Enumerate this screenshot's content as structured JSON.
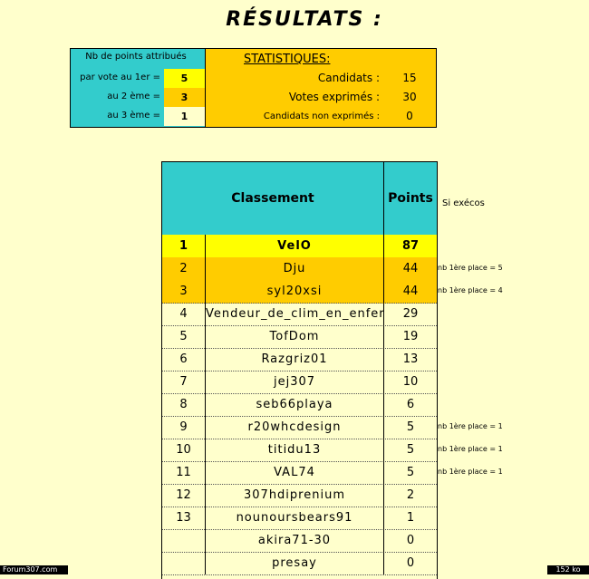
{
  "title": "RÉSULTATS :",
  "points": {
    "header": "Nb de points attribués",
    "rows": [
      {
        "label": "par vote  au 1er =",
        "value": "5",
        "color": "#FFFF00"
      },
      {
        "label": "au 2 ème =",
        "value": "3",
        "color": "#FFCC00"
      },
      {
        "label": "au 3 ème =",
        "value": "1",
        "color": "#FFFFCC"
      }
    ]
  },
  "stats": {
    "header": "STATISTIQUES:",
    "rows": [
      {
        "label": "Candidats :",
        "value": "15"
      },
      {
        "label": "Votes exprimés :",
        "value": "30"
      },
      {
        "label": "Candidats non exprimés :",
        "value": "0"
      }
    ]
  },
  "table": {
    "col_rank": "Classement",
    "col_points": "Points",
    "exaequo_header": "Si exécos",
    "rows": [
      {
        "num": "1",
        "name": "VelO",
        "points": "87",
        "note": ""
      },
      {
        "num": "2",
        "name": "Dju",
        "points": "44",
        "note": "nb 1ère place = 5"
      },
      {
        "num": "3",
        "name": "syl20xsi",
        "points": "44",
        "note": "nb 1ère place = 4"
      },
      {
        "num": "4",
        "name": "Vendeur_de_clim_en_enfer",
        "points": "29",
        "note": ""
      },
      {
        "num": "5",
        "name": "TofDom",
        "points": "19",
        "note": ""
      },
      {
        "num": "6",
        "name": "Razgriz01",
        "points": "13",
        "note": ""
      },
      {
        "num": "7",
        "name": "jej307",
        "points": "10",
        "note": ""
      },
      {
        "num": "8",
        "name": "seb66playa",
        "points": "6",
        "note": ""
      },
      {
        "num": "9",
        "name": "r20whcdesign",
        "points": "5",
        "note": "nb 1ère place = 1"
      },
      {
        "num": "10",
        "name": "titidu13",
        "points": "5",
        "note": "nb 1ère place = 1"
      },
      {
        "num": "11",
        "name": "VAL74",
        "points": "5",
        "note": "nb 1ère place = 1"
      },
      {
        "num": "12",
        "name": "307hdiprenium",
        "points": "2",
        "note": ""
      },
      {
        "num": "13",
        "name": "nounoursbears91",
        "points": "1",
        "note": ""
      },
      {
        "num": "",
        "name": "akira71-30",
        "points": "0",
        "note": ""
      },
      {
        "num": "",
        "name": "presay",
        "points": "0",
        "note": ""
      }
    ]
  },
  "footer": {
    "site": "Forum307.com",
    "size": "152 ko"
  },
  "colors": {
    "background": "#FFFFCC",
    "teal": "#33CCCC",
    "orange": "#FFCC00",
    "yellow": "#FFFF00"
  }
}
